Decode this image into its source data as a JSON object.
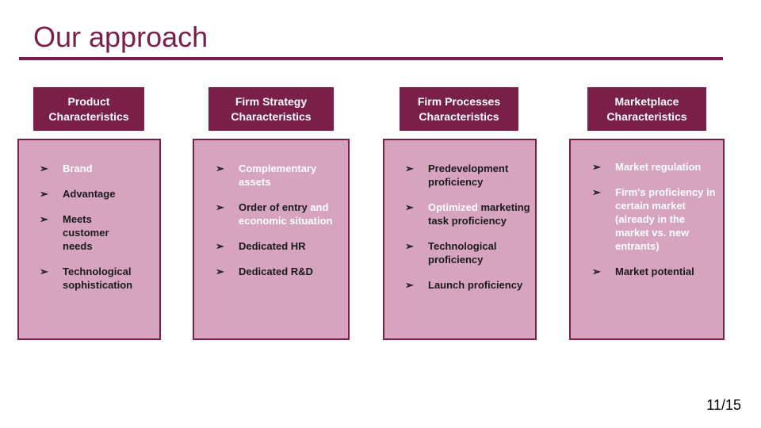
{
  "slide": {
    "title": "Our approach",
    "page_number": "11/15"
  },
  "columns": [
    {
      "header_line1": "Product",
      "header_line2": "Characteristics",
      "items": [
        {
          "text": "Brand",
          "style": "light"
        },
        {
          "text": "Advantage",
          "style": "dark"
        },
        {
          "text": "Meets customer needs",
          "style": "dark"
        },
        {
          "text": "Technological sophistication",
          "style": "dark"
        }
      ]
    },
    {
      "header_line1": "Firm Strategy",
      "header_line2": "Characteristics",
      "items": [
        {
          "text": "Complementary assets",
          "style": "light"
        },
        {
          "text_dark": "Order of entry",
          "text_light": " and economic situation",
          "style": "mixed"
        },
        {
          "text": "Dedicated HR",
          "style": "dark"
        },
        {
          "text": "Dedicated R&D",
          "style": "dark"
        }
      ]
    },
    {
      "header_line1": "Firm Processes",
      "header_line2": "Characteristics",
      "items": [
        {
          "text": "Predevelopment proficiency",
          "style": "dark"
        },
        {
          "text_light": "Optimized",
          "text_dark": " marketing task proficiency",
          "style": "mixed-rev"
        },
        {
          "text": "Technological proficiency",
          "style": "dark"
        },
        {
          "text": "Launch proficiency",
          "style": "dark"
        }
      ]
    },
    {
      "header_line1": "Marketplace",
      "header_line2": "Characteristics",
      "items": [
        {
          "text": "Market regulation",
          "style": "light"
        },
        {
          "text": "Firm's proficiency in certain market (already in the market vs. new entrants)",
          "style": "light"
        },
        {
          "text": "Market potential",
          "style": "dark"
        }
      ]
    }
  ],
  "bullet_glyph": "➢",
  "colors": {
    "accent": "#7a1f4a",
    "box_fill": "#d6a4bf"
  }
}
